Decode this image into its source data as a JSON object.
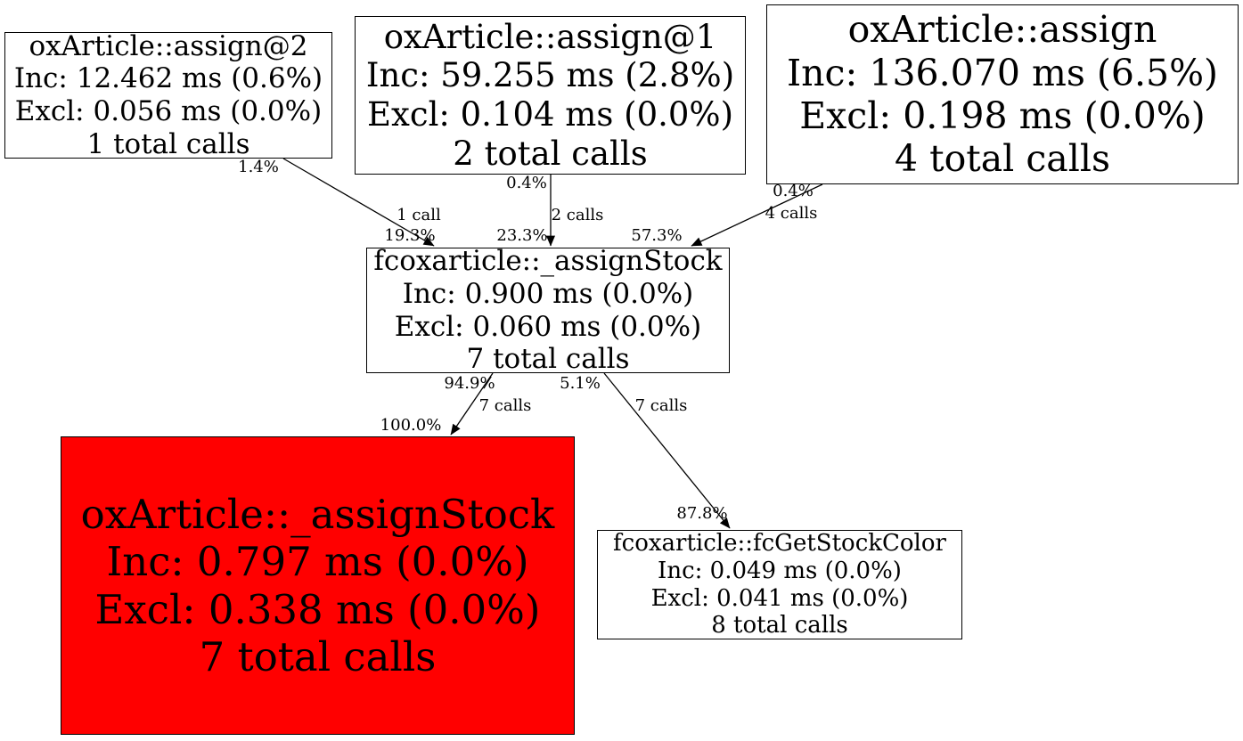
{
  "graph": {
    "type": "call-graph-profile",
    "background": "#ffffff",
    "edge_color": "#000000",
    "node_border_color": "#000000",
    "hot_node_fill": "#ff0000",
    "default_node_fill": "#ffffff"
  },
  "nodes": [
    {
      "title": "oxArticle::assign@2",
      "inc": "Inc: 12.462 ms (0.6%)",
      "excl": "Excl: 0.056 ms (0.0%)",
      "calls": "1 total calls",
      "fill": "#ffffff"
    },
    {
      "title": "oxArticle::assign@1",
      "inc": "Inc: 59.255 ms (2.8%)",
      "excl": "Excl: 0.104 ms (0.0%)",
      "calls": "2 total calls",
      "fill": "#ffffff"
    },
    {
      "title": "oxArticle::assign",
      "inc": "Inc: 136.070 ms (6.5%)",
      "excl": "Excl: 0.198 ms (0.0%)",
      "calls": "4 total calls",
      "fill": "#ffffff"
    },
    {
      "title": "fcoxarticle::_assignStock",
      "inc": "Inc: 0.900 ms (0.0%)",
      "excl": "Excl: 0.060 ms (0.0%)",
      "calls": "7 total calls",
      "fill": "#ffffff"
    },
    {
      "title": "oxArticle::_assignStock",
      "inc": "Inc: 0.797 ms (0.0%)",
      "excl": "Excl: 0.338 ms (0.0%)",
      "calls": "7 total calls",
      "fill": "#ff0000"
    },
    {
      "title": "fcoxarticle::fcGetStockColor",
      "inc": "Inc: 0.049 ms (0.0%)",
      "excl": "Excl: 0.041 ms (0.0%)",
      "calls": "8 total calls",
      "fill": "#ffffff"
    }
  ],
  "edges": [
    {
      "from": "oxArticle::assign@2",
      "to": "fcoxarticle::_assignStock",
      "source_pct": "1.4%",
      "calls": "1 call",
      "target_pct": "19.3%"
    },
    {
      "from": "oxArticle::assign@1",
      "to": "fcoxarticle::_assignStock",
      "source_pct": "0.4%",
      "calls": "2 calls",
      "target_pct": "23.3%"
    },
    {
      "from": "oxArticle::assign",
      "to": "fcoxarticle::_assignStock",
      "source_pct": "0.4%",
      "calls": "4 calls",
      "target_pct": "57.3%"
    },
    {
      "from": "fcoxarticle::_assignStock",
      "to": "oxArticle::_assignStock",
      "source_pct": "94.9%",
      "calls": "7 calls",
      "target_pct": "100.0%"
    },
    {
      "from": "fcoxarticle::_assignStock",
      "to": "fcoxarticle::fcGetStockColor",
      "source_pct": "5.1%",
      "calls": "7 calls",
      "target_pct": "87.8%"
    }
  ]
}
